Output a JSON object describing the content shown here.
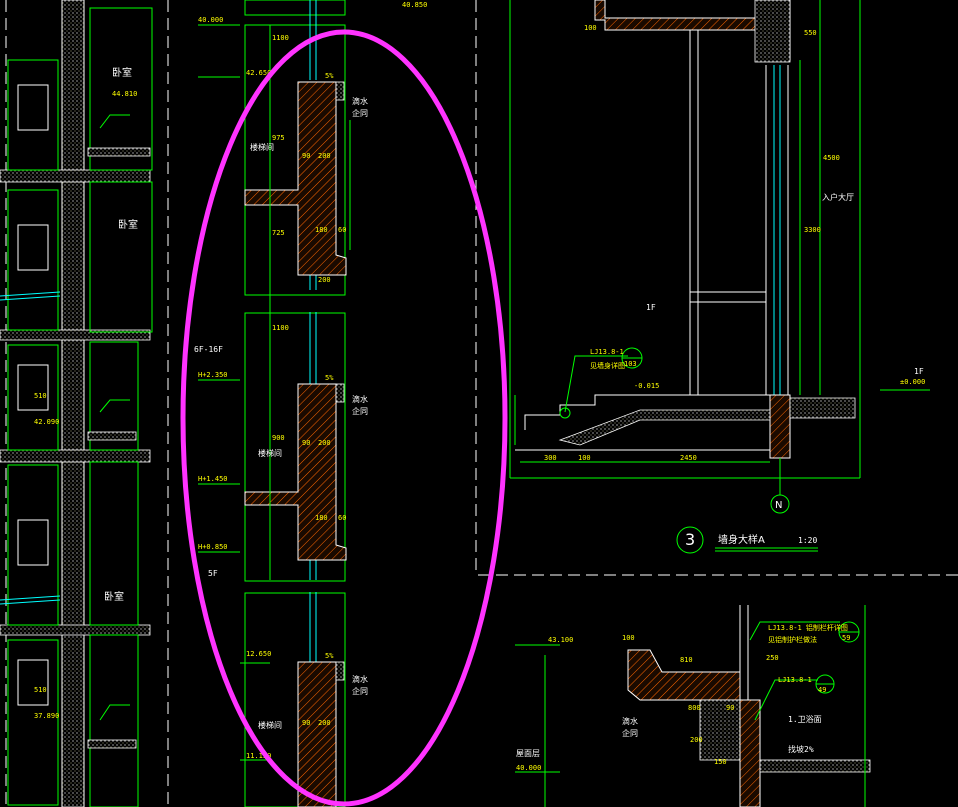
{
  "colors": {
    "background": "#000000",
    "outline": "#00ff00",
    "dimension": "#ffff00",
    "section": "#ffffff",
    "glass": "#00ffff",
    "highlight": "#ff33ff",
    "leader": "#00ff00"
  },
  "left_panel": {
    "room_labels": [
      "卧室",
      "卧室",
      "卧室"
    ],
    "elevations": [
      "44.810",
      "42.090",
      "37.890"
    ],
    "dims": [
      "510",
      "510"
    ]
  },
  "middle_section": {
    "elevations": [
      "40.000",
      "42.650",
      "H+2.350",
      "H+1.450",
      "H+0.850",
      "12.650",
      "11.150"
    ],
    "floor_labels": [
      "6F-16F",
      "5F"
    ],
    "room_labels": [
      "楼梯间",
      "楼梯间",
      "楼梯间"
    ],
    "notes": [
      "滴水",
      "企同"
    ],
    "dims": [
      "1100",
      "975",
      "725",
      "900",
      "90",
      "200",
      "180",
      "60",
      "5%"
    ]
  },
  "right_detail": {
    "title_number": "3",
    "title_text": "墙身大样A",
    "scale": "1:20",
    "floor_label": "1F",
    "room_label": "入户大厅",
    "axis_label": "N",
    "callout_text": "LJ13.8-1",
    "callout_note": "见墙身详图",
    "callout_bubble": "103",
    "elevations": [
      "-0.015",
      "±0.000",
      "40.850"
    ],
    "dims": [
      "300",
      "100",
      "2450",
      "3300",
      "4500",
      "550",
      "100"
    ],
    "floor_tag": "1F"
  },
  "bottom_detail": {
    "elevations": [
      "43.100",
      "40.000"
    ],
    "callouts": [
      "LJ13.8-1 铝制栏杆详图",
      "见铝制护栏做法",
      "LJ13.8-1"
    ],
    "bubbles": [
      "59",
      "49"
    ],
    "notes": [
      "滴水",
      "企同",
      "屋面层",
      "1.卫浴面",
      "找坡2%"
    ],
    "dims": [
      "100",
      "810",
      "800",
      "200",
      "90",
      "250",
      "150"
    ]
  },
  "highlight": {
    "shape": "ellipse"
  }
}
